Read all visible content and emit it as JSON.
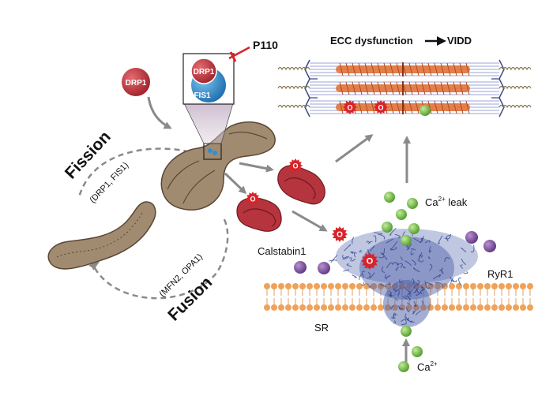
{
  "title": {
    "left": "ECC dysfunction",
    "right": "VIDD"
  },
  "inhibitor": {
    "label": "P110"
  },
  "inset": {
    "drp1": "DRP1",
    "fis1": "FIS1"
  },
  "drp1_free": "DRP1",
  "fission": {
    "label": "Fission",
    "proteins": "(DRP1, FIS1)"
  },
  "fusion": {
    "label": "Fusion",
    "proteins": "(MFN2, OPA1)"
  },
  "ros_symbol": "O",
  "calcium": {
    "leak_prefix": "Ca",
    "leak_sup": "2+",
    "leak_suffix": " leak",
    "in_prefix": "Ca",
    "in_sup": "2+"
  },
  "labels": {
    "calstabin": "Calstabin1",
    "ryr1": "RyR1",
    "sr": "SR"
  },
  "colors": {
    "mito_fill": "#a08b70",
    "mito_dark": "#5a4634",
    "damaged_mito": "#b5343d",
    "drp1": "#c0303a",
    "fis1": "#2f8fcf",
    "ros": "#d8232a",
    "calcium": "#7cc04a",
    "calstabin": "#7f4fa0",
    "membrane_head": "#f0a258",
    "ryr1": "#4a5ea8",
    "myofibril": "#e2733a",
    "inhibitor": "#d8232a",
    "arrow": "#8a8a8a"
  }
}
